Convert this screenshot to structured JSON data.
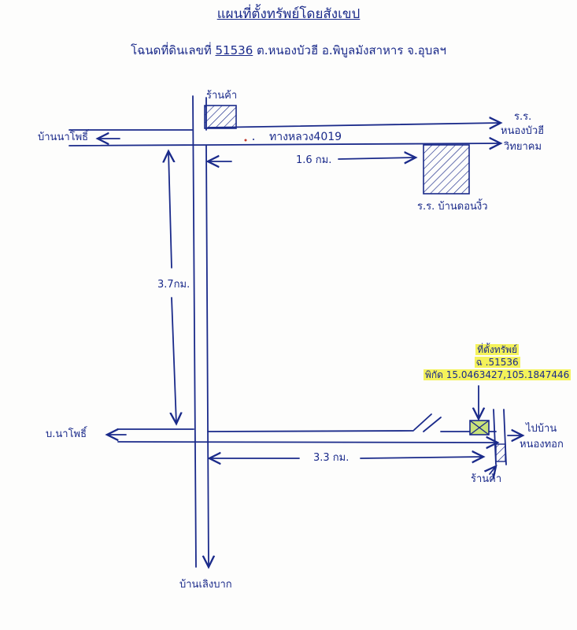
{
  "title": "แผนที่ตั้งทรัพย์โดยสังเขป",
  "subtitle": {
    "prefix": "โฉนดที่ดินเลขที่",
    "deed_no": "51536",
    "location": "ต.หนองบัวฮี  อ.พิบูลมังสาหาร  จ.อุบลฯ"
  },
  "labels": {
    "top_left": "บ้านนาโพธิ์",
    "top_right_rr": "ร.ร.",
    "top_right_1": "หนองบัวฮี",
    "top_right_2": "วิทยาคม",
    "highway": "ทางหลวง4019",
    "shop_top": "ร้านค้า",
    "dist_top": "1.6 กม.",
    "school": "ร.ร. บ้านดอนงิ้ว",
    "dist_left": "3.7กม.",
    "bottom_left": "บ.นาโพธิ์",
    "dist_bottom": "3.3 กม.",
    "right_1": "ไปบ้าน",
    "right_2": "หนองทอก",
    "shop_bottom": "ร้านค้า",
    "bottom": "บ้านเลิงบาก"
  },
  "property": {
    "line1": "ที่ตั้งทรัพย์",
    "line2": "ฉ .51536",
    "line3": "พิกัด 15.0463427,105.1847446"
  },
  "colors": {
    "ink": "#1a2a8a",
    "highlight": "#f4f25a",
    "marker_fill": "#c8e27a"
  }
}
